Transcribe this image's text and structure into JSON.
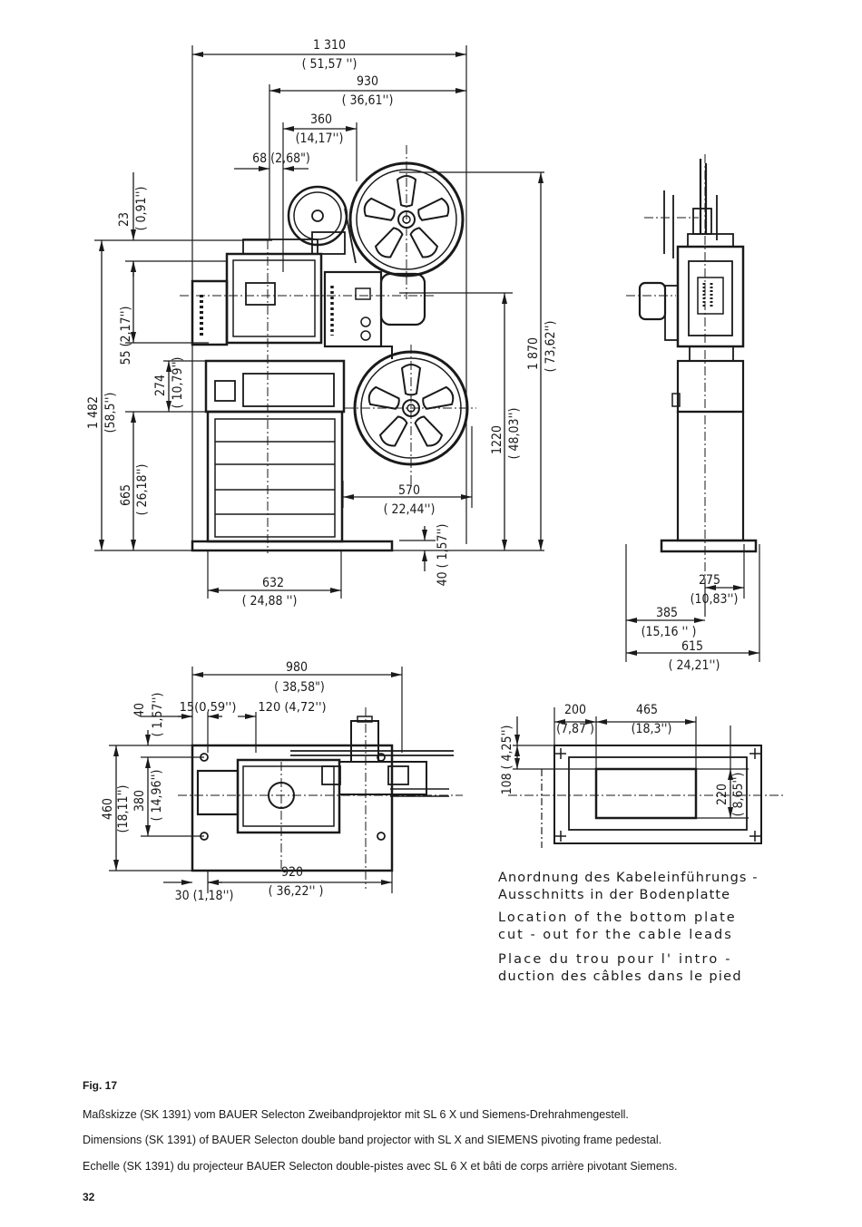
{
  "dimensions": {
    "width_1310": "1 310",
    "width_1310_in": "( 51,57 '')",
    "width_930": "930",
    "width_930_in": "( 36,61'')",
    "width_360": "360",
    "width_360_in": "(14,17'')",
    "width_68": "68 (2,68\")",
    "height_23": "23",
    "height_23_in": "( 0,91'')",
    "height_55": "55 (2,17'')",
    "height_274": "274",
    "height_274_in": "( 10,79'')",
    "height_1482": "1 482",
    "height_1482_in": "(58,5'')",
    "height_665": "665",
    "height_665_in": "( 26,18'')",
    "height_1870": "1 870",
    "height_1870_in": "( 73,62'')",
    "height_1220": "1220",
    "height_1220_in": "( 48,03'')",
    "width_570": "570",
    "width_570_in": "( 22,44'')",
    "height_40": "40 ( 1,57'')",
    "width_632": "632",
    "width_632_in": "( 24,88 '')",
    "width_275": "275",
    "width_275_in": "(10,83'')",
    "width_385": "385",
    "width_385_in": "(15,16 '' )",
    "width_615": "615",
    "width_615_in": "( 24,21'')",
    "width_980": "980",
    "width_980_in": "( 38,58\")",
    "height_40b": "40",
    "height_40b_in": "( 1,57'')",
    "width_15": "15(0,59'')",
    "width_120": "120 (4,72'')",
    "height_460": "460",
    "height_460_in": "(18,11'')",
    "height_380": "380",
    "height_380_in": "( 14,96'')",
    "width_920": "920",
    "width_920_in": "( 36,22'' )",
    "width_30": "30 (1,18'')",
    "width_200": "200",
    "width_200_in": "(7,87 )",
    "width_465": "465",
    "width_465_in": "(18,3'')",
    "height_108": "108 ( 4,25'')",
    "height_220": "220",
    "height_220_in": "( 8,65'')"
  },
  "notes": {
    "de_line1": "Anordnung des Kabeleinführungs -",
    "de_line2": "Ausschnitts in der Bodenplatte",
    "en_line1": "Location of the bottom plate",
    "en_line2": "cut - out for the cable leads",
    "fr_line1": "Place du trou pour l' intro -",
    "fr_line2": "duction des câbles dans le pied"
  },
  "caption": {
    "fig": "Fig. 17",
    "de": "Maßskizze (SK 1391) vom BAUER Selecton Zweibandprojektor mit SL 6 X und Siemens-Drehrahmengestell.",
    "en": "Dimensions (SK 1391) of BAUER Selecton double band projector with SL X and SIEMENS pivoting frame pedestal.",
    "fr": "Echelle (SK 1391) du projecteur BAUER Selecton double-pistes avec SL 6 X et bâti de corps arrière pivotant Siemens."
  },
  "page_number": "32"
}
